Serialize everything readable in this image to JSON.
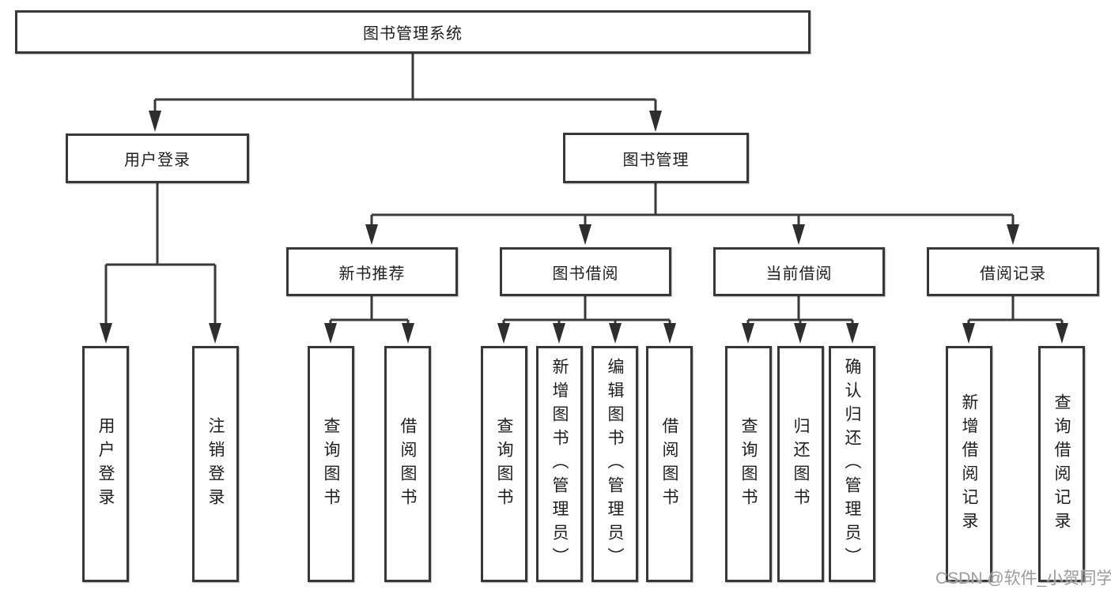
{
  "diagram": {
    "root": "图书管理系统",
    "level2": [
      "用户登录",
      "图书管理"
    ],
    "level3": [
      "新书推荐",
      "图书借阅",
      "当前借阅",
      "借阅记录"
    ],
    "leaves": {
      "user": [
        "用户登录",
        "注销登录"
      ],
      "recommend": [
        "查询图书",
        "借阅图书"
      ],
      "borrow": [
        "查询图书",
        "新增图书（管理员）",
        "编辑图书（管理员）",
        "借阅图书"
      ],
      "current": [
        "查询图书",
        "归还图书",
        "确认归还（管理员）"
      ],
      "record": [
        "新增借阅记录",
        "查询借阅记录"
      ]
    }
  },
  "watermark": {
    "text": "CSDN @软件_小贺同学",
    "color": "#9c9c9c"
  },
  "colors": {
    "line": "#3a3a3a",
    "box_border": "#383838",
    "text": "#1e1e1e",
    "background": "#ffffff"
  }
}
